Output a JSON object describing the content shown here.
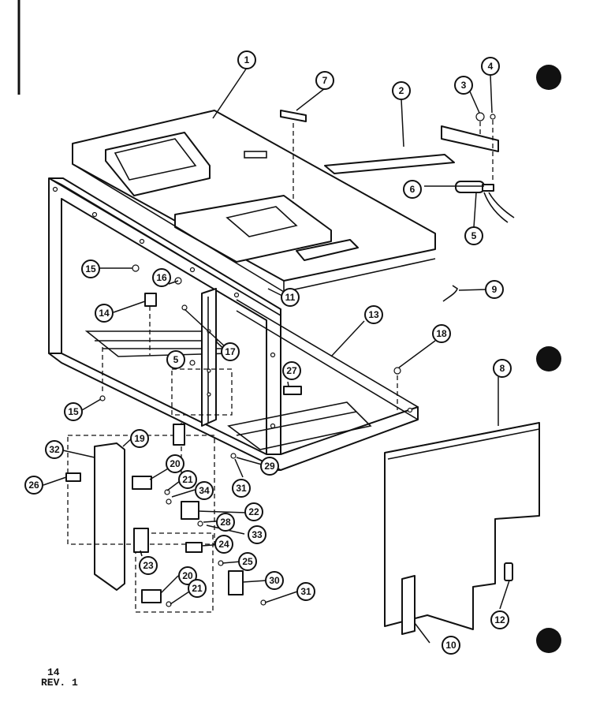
{
  "page": {
    "number": "14",
    "revision": "REV. 1"
  },
  "callouts": [
    {
      "label": "1"
    },
    {
      "label": "2"
    },
    {
      "label": "3"
    },
    {
      "label": "4"
    },
    {
      "label": "5"
    },
    {
      "label": "6"
    },
    {
      "label": "5"
    },
    {
      "label": "7"
    },
    {
      "label": "8"
    },
    {
      "label": "9"
    },
    {
      "label": "10"
    },
    {
      "label": "11"
    },
    {
      "label": "12"
    },
    {
      "label": "13"
    },
    {
      "label": "14"
    },
    {
      "label": "15"
    },
    {
      "label": "15"
    },
    {
      "label": "16"
    },
    {
      "label": "17"
    },
    {
      "label": "18"
    },
    {
      "label": "19"
    },
    {
      "label": "20"
    },
    {
      "label": "20"
    },
    {
      "label": "21"
    },
    {
      "label": "21"
    },
    {
      "label": "22"
    },
    {
      "label": "23"
    },
    {
      "label": "24"
    },
    {
      "label": "25"
    },
    {
      "label": "26"
    },
    {
      "label": "27"
    },
    {
      "label": "28"
    },
    {
      "label": "29"
    },
    {
      "label": "30"
    },
    {
      "label": "31"
    },
    {
      "label": "31"
    },
    {
      "label": "32"
    },
    {
      "label": "33"
    },
    {
      "label": "34"
    }
  ]
}
